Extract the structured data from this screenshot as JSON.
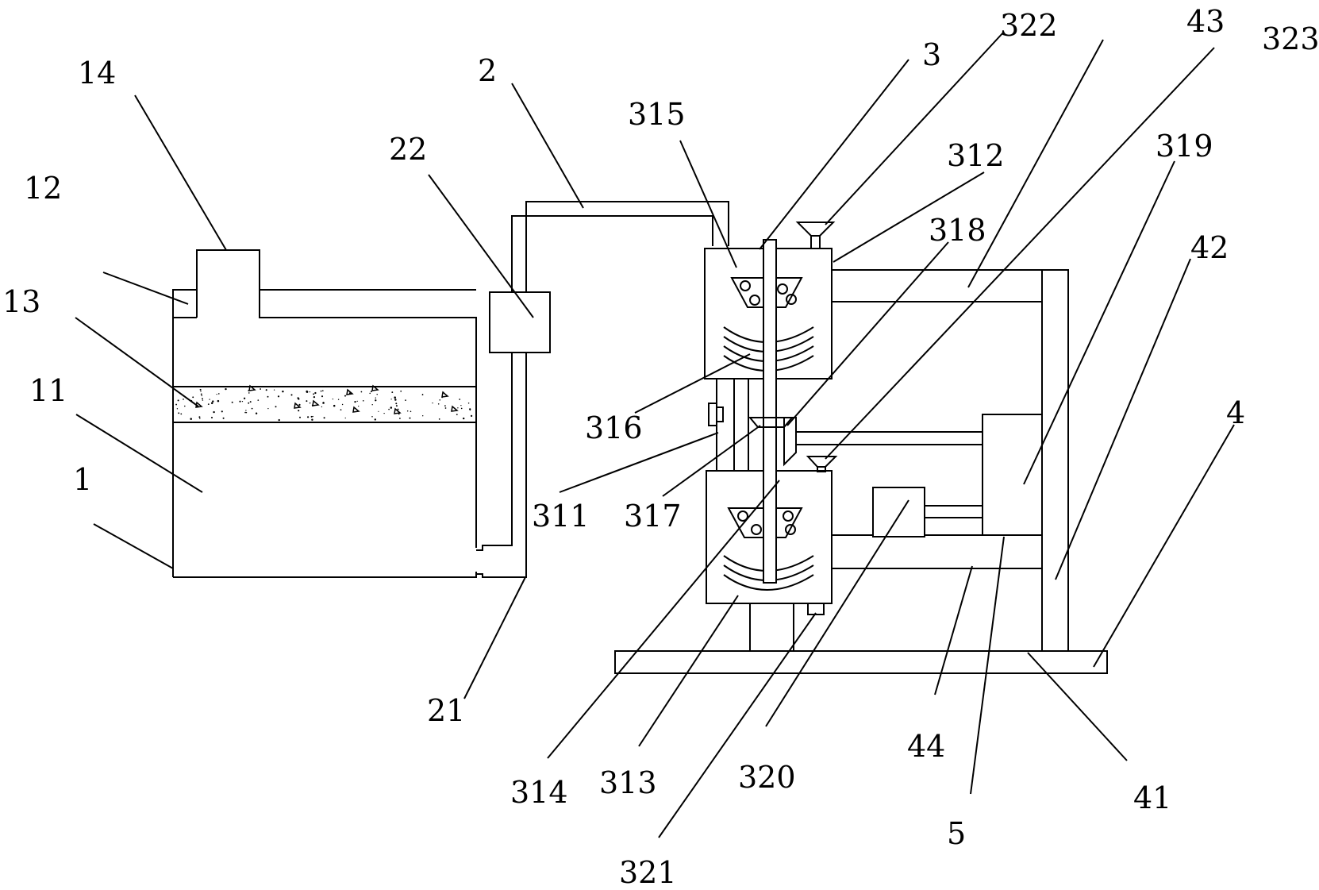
{
  "labels": {
    "l1": "1",
    "l11": "11",
    "l12": "12",
    "l13": "13",
    "l14": "14",
    "l2": "2",
    "l21": "21",
    "l22": "22",
    "l3": "3",
    "l311": "311",
    "l312": "312",
    "l313": "313",
    "l314": "314",
    "l315": "315",
    "l316": "316",
    "l317": "317",
    "l318": "318",
    "l319": "319",
    "l320": "320",
    "l321": "321",
    "l322": "322",
    "l323": "323",
    "l4": "4",
    "l41": "41",
    "l42": "42",
    "l43": "43",
    "l44": "44",
    "l5": "5"
  }
}
